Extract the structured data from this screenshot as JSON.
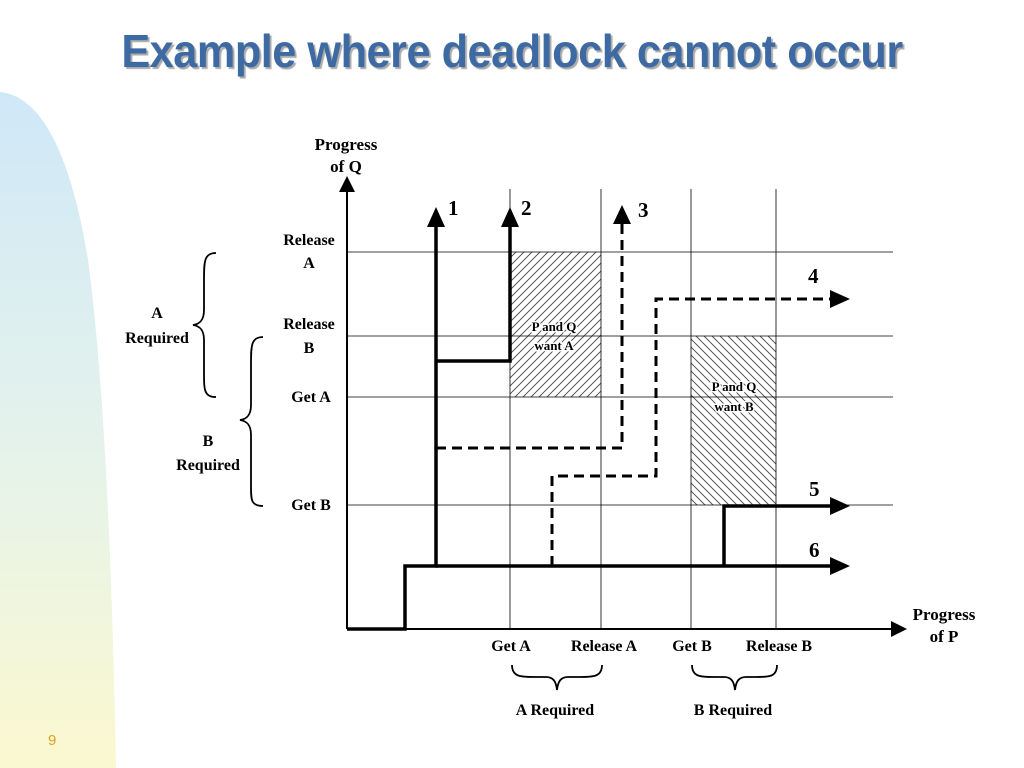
{
  "slide": {
    "title": "Example where deadlock cannot occur",
    "page_number": "9"
  },
  "diagram": {
    "y_axis_label_line1": "Progress",
    "y_axis_label_line2": "of Q",
    "x_axis_label_line1": "Progress",
    "x_axis_label_line2": "of P",
    "q_events": [
      {
        "line1": "Release",
        "line2": "A"
      },
      {
        "line1": "Release",
        "line2": "B"
      },
      {
        "line1": "Get A",
        "line2": ""
      },
      {
        "line1": "Get B",
        "line2": ""
      }
    ],
    "p_events": [
      "Get A",
      "Release A",
      "Get B",
      "Release B"
    ],
    "q_brace_a": {
      "line1": "A",
      "line2": "Required"
    },
    "q_brace_b": {
      "line1": "B",
      "line2": "Required"
    },
    "p_brace_a": "A Required",
    "p_brace_b": "B Required",
    "region_a": {
      "line1": "P and Q",
      "line2": "want A"
    },
    "region_b": {
      "line1": "P and Q",
      "line2": "want B"
    },
    "path_labels": [
      "1",
      "2",
      "3",
      "4",
      "5",
      "6"
    ]
  },
  "colors": {
    "title": "#3d6aa3",
    "page_number": "#e0a020"
  }
}
